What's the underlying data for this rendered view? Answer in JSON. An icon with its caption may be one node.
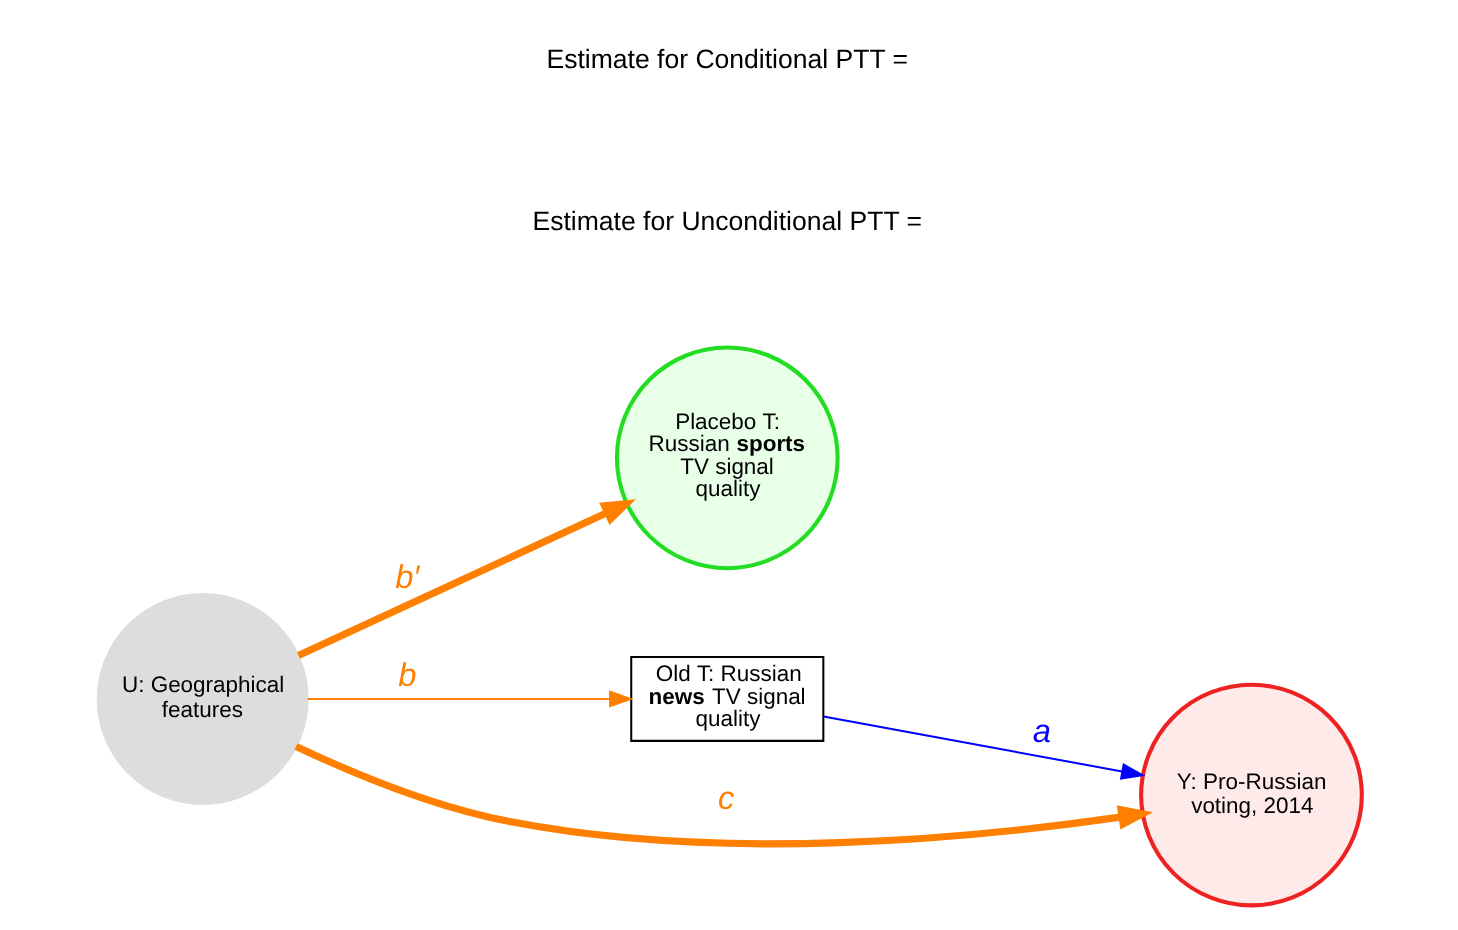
{
  "diagram": {
    "nodes": [
      {
        "text": [
          "U: Geographical features"
        ]
      },
      {
        "text": [
          "Placebo T: Russian **sports** TV signal quality"
        ]
      },
      {
        "text": [
          "Old T: Russian **news** TV signal quality"
        ]
      },
      {
        "text": [
          "Y: Pro-Russian voting, 2014"
        ]
      }
    ],
    "edges": [
      {
        "from": 0,
        "to": 1,
        "arrow": "to",
        "label": "b′",
        "style": "thick"
      },
      {
        "from": 0,
        "to": 3,
        "arrow": "to",
        "label": "c",
        "style": "thick"
      },
      {
        "from": 0,
        "to": 2,
        "arrow": "to",
        "label": "b"
      },
      {
        "from": 2,
        "to": 3,
        "arrow": "to",
        "label": "a",
        "color": "#0000ff"
      }
    ],
    "labels": [
      "Estimate for Unconditional PTT =",
      "Estimate for Conditional PTT ="
    ]
  }
}
